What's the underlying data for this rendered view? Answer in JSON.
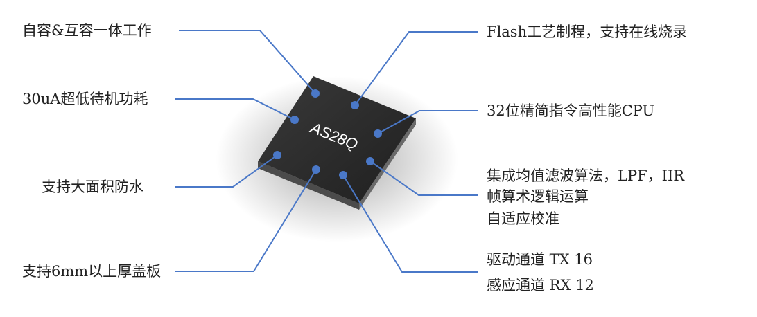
{
  "chip": {
    "marking": "AS28Q",
    "body_color": "#2b2b2b",
    "side_color": "#555555",
    "pad_color": "#4a78c8"
  },
  "line_color": "#4a78c8",
  "features_left": [
    "自容&互容一体工作",
    "30uA超低待机功耗",
    "支持大面积防水",
    "支持6mm以上厚盖板"
  ],
  "features_right": {
    "flash": "Flash工艺制程，支持在线烧录",
    "cpu": "32位精简指令高性能CPU",
    "algo_lines": [
      "集成均值滤波算法，LPF，IIR",
      "帧算术逻辑运算",
      "自适应校准"
    ],
    "channel_lines": [
      "驱动通道 TX 16",
      "感应通道 RX 12"
    ]
  }
}
